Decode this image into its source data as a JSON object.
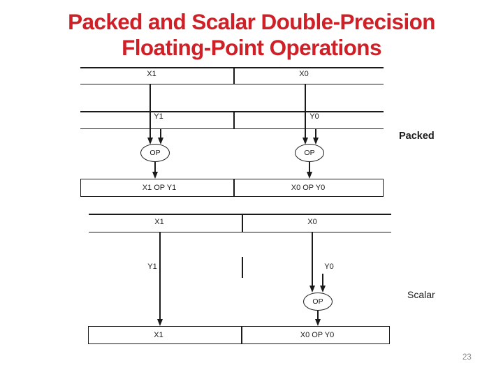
{
  "slide": {
    "title_line1": "Packed and Scalar Double-Precision",
    "title_line2": "Floating-Point Operations",
    "page_number": "23"
  },
  "packed": {
    "caption": "Packed",
    "x_register": [
      "X1",
      "X0"
    ],
    "y_register": [
      "Y1",
      "Y0"
    ],
    "op_label": "OP",
    "result_register": [
      "X1 OP Y1",
      "X0 OP Y0"
    ]
  },
  "scalar": {
    "caption": "Scalar",
    "x_register": [
      "X1",
      "X0"
    ],
    "y_operands": [
      "Y1",
      "Y0"
    ],
    "op_label": "OP",
    "result_register": [
      "X1",
      "X0 OP Y0"
    ]
  },
  "colors": {
    "title": "#CE2026",
    "line": "#1a1a1a",
    "page": "#8a8a8a"
  }
}
